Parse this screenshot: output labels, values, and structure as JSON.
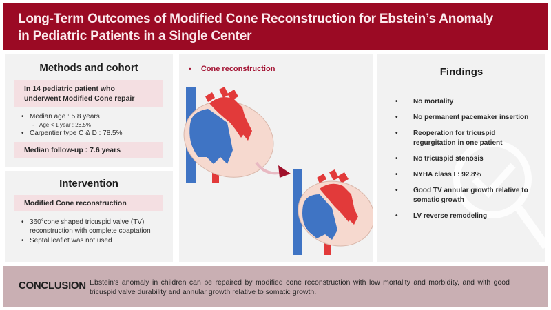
{
  "header": {
    "title_line1": "Long-Term Outcomes of Modified Cone Reconstruction for Ebstein’s Anomaly",
    "title_line2": "in Pediatric Patients in a Single Center"
  },
  "methods": {
    "title": "Methods and cohort",
    "cohort_line1": "In 14 pediatric patient who",
    "cohort_line2": "underwent Modified Cone repair",
    "bullets": [
      "Median age : 5.8 years",
      "Age < 1 year : 28.5%",
      "Carpentier type C & D : 78.5%"
    ],
    "follow_up": "Median follow-up : 7.6 years"
  },
  "intervention": {
    "title": "Intervention",
    "highlight": "Modified Cone reconstruction",
    "bullets": [
      "360°cone shaped tricuspid valve (TV) reconstruction with complete coaptation",
      "Septal leaflet was not used"
    ]
  },
  "center": {
    "label": "Cone reconstruction",
    "colors": {
      "venous": "#3f74c4",
      "arterial": "#e23a3a",
      "tissue": "#f6d9cf",
      "arrow": "#a0102a"
    }
  },
  "findings": {
    "title": "Findings",
    "items": [
      "No mortality",
      "No permanent pacemaker insertion",
      "Reoperation for tricuspid regurgitation in one patient",
      "No tricuspid stenosis",
      "NYHA class I : 92.8%",
      "Good TV annular growth relative to somatic growth",
      "LV reverse remodeling"
    ]
  },
  "conclusion": {
    "label": "CONCLUSION",
    "text": "Ebstein’s anomaly in children can be repaired by modified cone reconstruction with low mortality and morbidity, and with good tricuspid valve durability and annular growth relative to somatic growth."
  },
  "colors": {
    "header_bg": "#9b0a24",
    "panel_bg": "#f2f2f2",
    "highlight_bg": "#f4dfe2",
    "conclusion_bg": "#c9afb3"
  }
}
